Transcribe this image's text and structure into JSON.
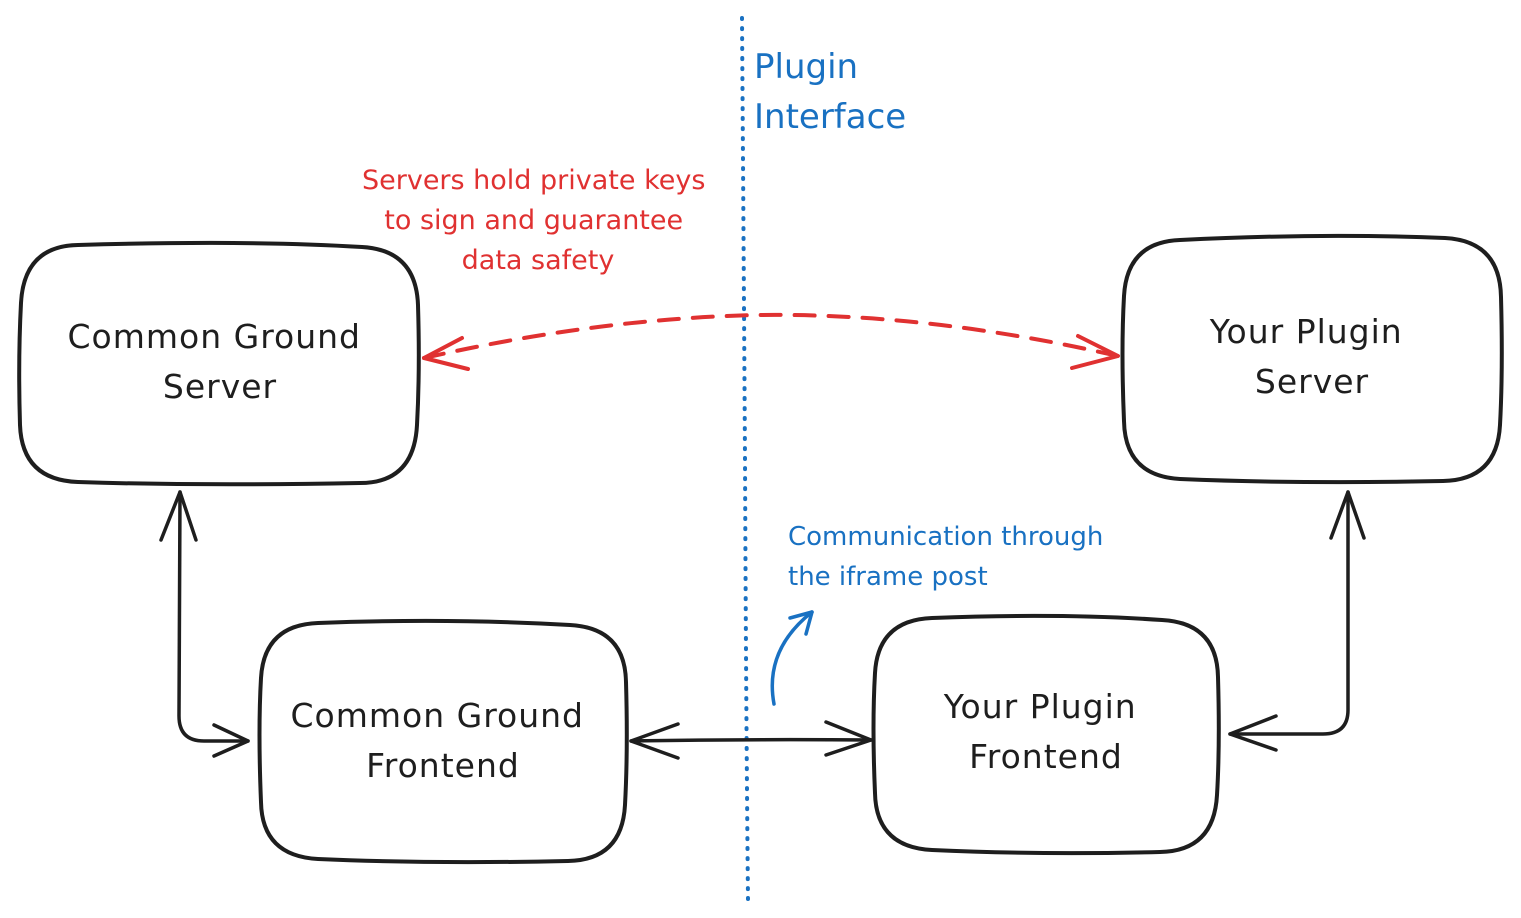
{
  "boundary": {
    "title_line1": "Plugin",
    "title_line2": "Interface",
    "color": "#1971c2"
  },
  "nodes": {
    "cg_server": {
      "line1": "Common Ground",
      "line2": "Server"
    },
    "plugin_server": {
      "line1": "Your Plugin",
      "line2": "Server"
    },
    "cg_frontend": {
      "line1": "Common Ground",
      "line2": "Frontend"
    },
    "plugin_frontend": {
      "line1": "Your Plugin",
      "line2": "Frontend"
    }
  },
  "annotations": {
    "servers_note": {
      "line1": "Servers hold private keys",
      "line2": "to sign and guarantee",
      "line3": "data safety",
      "color": "#e03131"
    },
    "iframe_note": {
      "line1": "Communication through",
      "line2": "the iframe post",
      "color": "#1971c2"
    }
  },
  "colors": {
    "stroke": "#1e1e1e",
    "signature_arrow": "#e03131"
  }
}
